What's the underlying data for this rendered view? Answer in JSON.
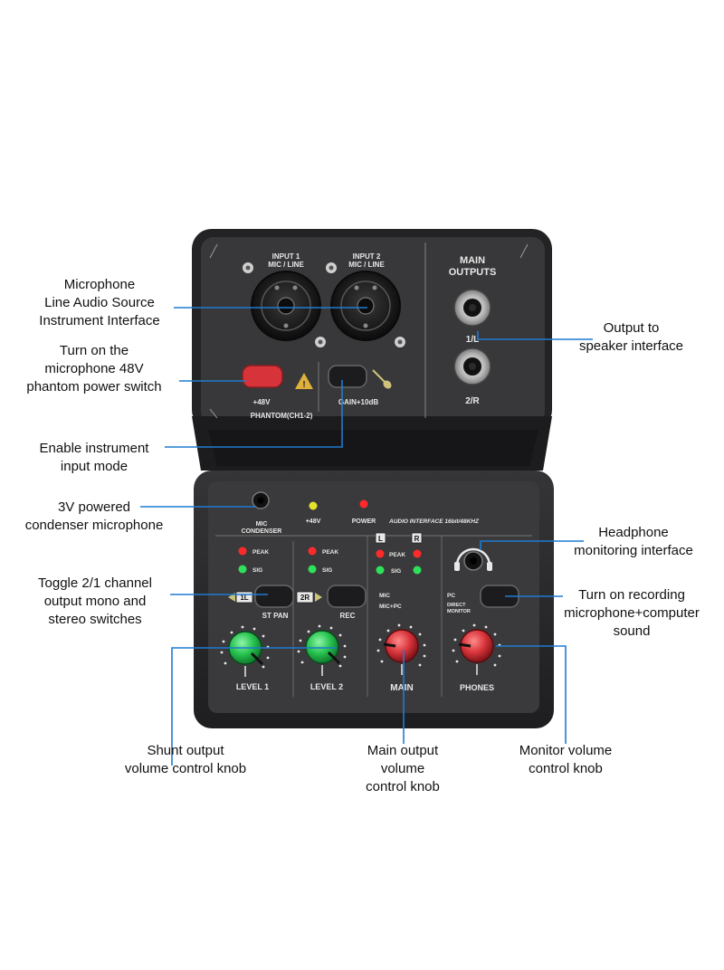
{
  "device": {
    "top_panel": {
      "input1": [
        "INPUT 1",
        "MIC / LINE"
      ],
      "input2": [
        "INPUT 2",
        "MIC / LINE"
      ],
      "main_outputs": [
        "MAIN",
        "OUTPUTS"
      ],
      "out_1l": "1/L",
      "out_2r": "2/R",
      "phantom_48v": "+48V",
      "phantom_label": "PHANTOM(CH1-2)",
      "gain_label": "GAIN+10dB"
    },
    "front_panel": {
      "mic_condenser": [
        "MIC",
        "CONDENSER"
      ],
      "led_48v": "+48V",
      "power": "POWER",
      "brand_text": "AUDIO INTERFACE 16bit/48KHZ",
      "peak": "PEAK",
      "sig": "SIG",
      "l": "L",
      "r": "R",
      "one_l": "1L",
      "two_r": "2R",
      "st_pan": "ST PAN",
      "rec": "REC",
      "mic": "MIC",
      "mic_pc": "MIC+PC",
      "pc": "PC",
      "direct_monitor": [
        "DIRECT",
        "MONITOR"
      ],
      "level1": "LEVEL 1",
      "level2": "LEVEL 2",
      "main": "MAIN",
      "phones": "PHONES"
    }
  },
  "callouts": {
    "microphone_input": [
      "Microphone",
      "Line Audio Source",
      "Instrument Interface"
    ],
    "phantom_switch": [
      "Turn on the",
      "microphone 48V",
      "phantom power switch"
    ],
    "instrument_mode": [
      "Enable instrument",
      "input mode"
    ],
    "condenser_mic": [
      "3V powered",
      "condenser microphone"
    ],
    "mono_stereo": [
      "Toggle 2/1 channel",
      "output mono and",
      "stereo switches"
    ],
    "speaker_output": [
      "Output to",
      "speaker interface"
    ],
    "headphone": [
      "Headphone",
      "monitoring interface"
    ],
    "recording": [
      "Turn on recording",
      "microphone+computer",
      "sound"
    ],
    "shunt_knob": [
      "Shunt output",
      "volume control knob"
    ],
    "main_knob": [
      "Main output",
      "volume",
      "control knob"
    ],
    "monitor_knob": [
      "Monitor volume",
      "control knob"
    ]
  },
  "colors": {
    "body": "#2b2b2d",
    "panel": "#3a3a3c",
    "leader_line": "#1f7bd0",
    "button_red": "#d6333a",
    "knob_green": "#2ecc58",
    "knob_red": "#d8343a",
    "led_red": "#ff2a2a",
    "led_green": "#2ee05a",
    "led_yellow": "#e6e22a"
  }
}
